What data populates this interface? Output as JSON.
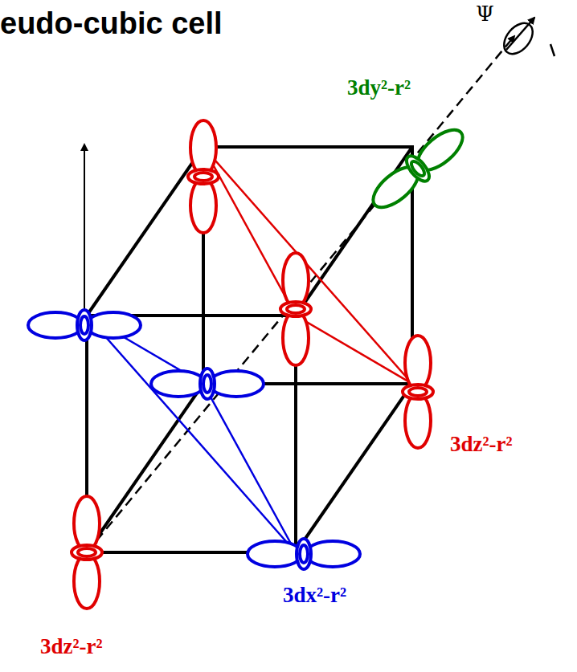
{
  "diagram": {
    "title": "eudo-cubic cell",
    "labels": [
      "Ψ",
      "3dy²-r²",
      "3dz²-r²",
      "3dx²-r²",
      "3dz²-r²"
    ]
  }
}
